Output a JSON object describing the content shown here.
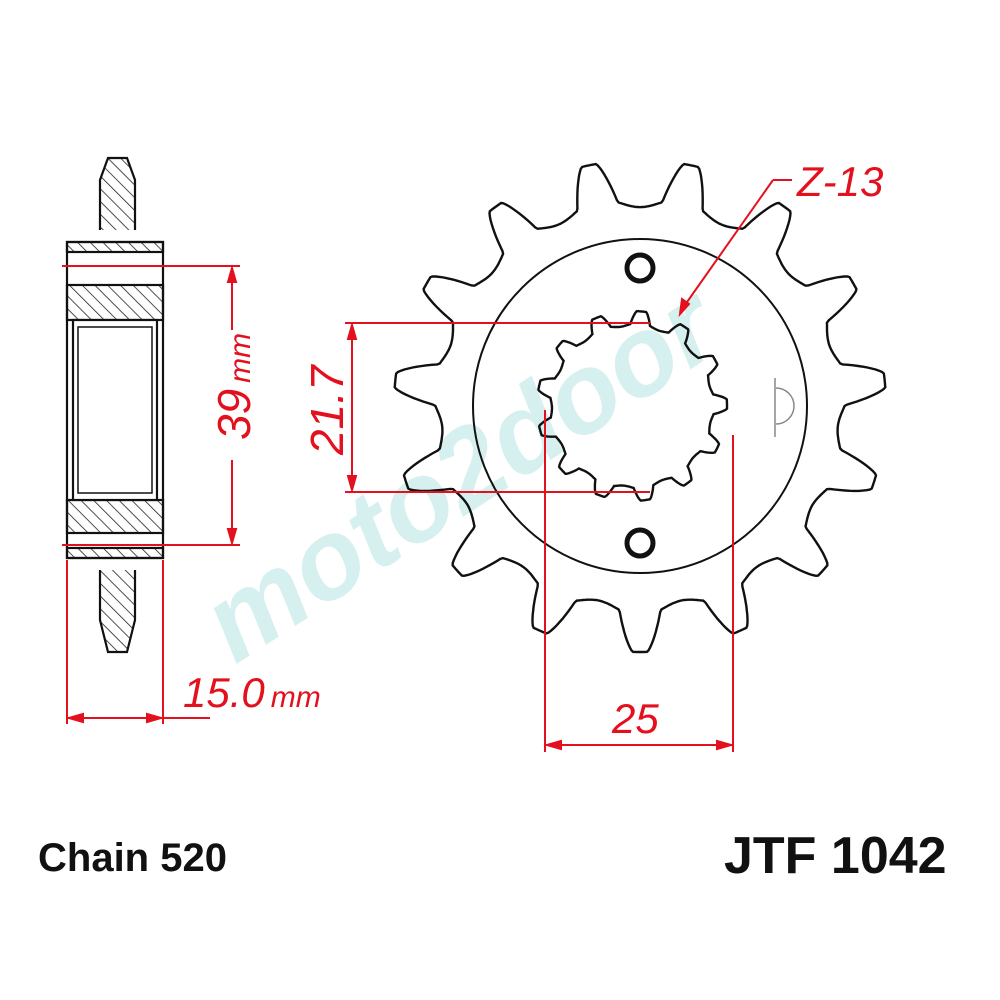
{
  "drawing": {
    "part_number": "JTF 1042",
    "chain": "Chain 520",
    "teeth_label": "Z-13",
    "teeth_count": 13,
    "sprocket_teeth_drawn": 15,
    "spline_teeth_drawn": 13,
    "dimensions": {
      "bolt_circle": "39",
      "bolt_circle_unit": "mm",
      "thickness": "15.0",
      "thickness_unit": "mm",
      "spline_inner": "21.7",
      "spline_outer": "25"
    },
    "watermark": "moto2door",
    "colors": {
      "dimension": "#e3101e",
      "outline": "#111111",
      "watermark": "#bfe9e8"
    }
  }
}
